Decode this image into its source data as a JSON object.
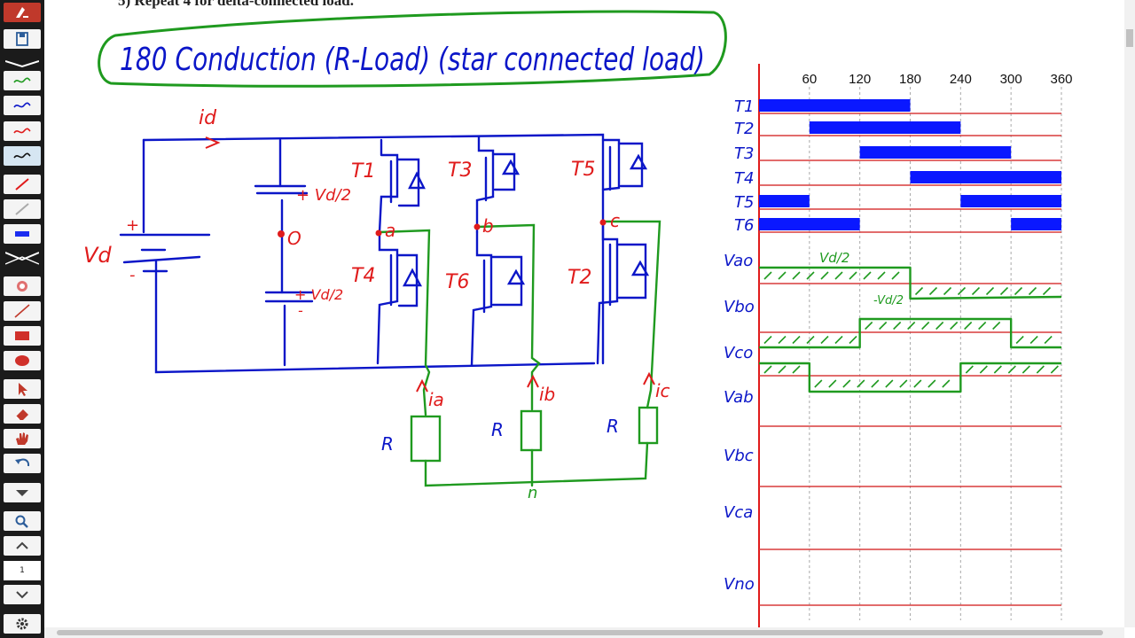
{
  "document": {
    "top_line": "5)  Repeat 4 for delta-connected load.",
    "title": "180 Conduction (R-Load) (star connected load)"
  },
  "toolbar": {
    "page_number": "1",
    "colors": {
      "background": "#1b1b1b",
      "button": "#f4f4f4",
      "selected": "#d6e6f2",
      "ink_blue": "#0b16c8",
      "ink_red": "#e01b1b",
      "ink_green": "#1f9a1f",
      "grid_red": "#d83b3b",
      "bar_blue": "#0a18ff"
    },
    "tools": [
      {
        "name": "app-logo-icon"
      },
      {
        "name": "save-icon"
      },
      {
        "name": "green-pen-icon"
      },
      {
        "name": "blue-pen-icon"
      },
      {
        "name": "red-pen-icon"
      },
      {
        "name": "black-pen-icon"
      },
      {
        "name": "red-line-icon"
      },
      {
        "name": "gray-line-icon"
      },
      {
        "name": "blue-highlighter-icon"
      },
      {
        "name": "shape-picker-icon"
      },
      {
        "name": "circle-target-icon"
      },
      {
        "name": "line-tool-icon"
      },
      {
        "name": "rectangle-tool-icon"
      },
      {
        "name": "ellipse-tool-icon"
      },
      {
        "name": "pointer-icon"
      },
      {
        "name": "eraser-icon"
      },
      {
        "name": "pan-hand-icon"
      },
      {
        "name": "undo-icon"
      },
      {
        "name": "dropdown-arrow-icon"
      },
      {
        "name": "zoom-icon"
      },
      {
        "name": "page-up-icon"
      },
      {
        "name": "page-down-icon"
      },
      {
        "name": "settings-gear-icon"
      }
    ]
  },
  "circuit": {
    "source": {
      "current": "id",
      "voltage": "Vd",
      "plus": "+",
      "minus": "-"
    },
    "capacitors": {
      "top": "+ Vd/2",
      "bottom": "+ Vd/2",
      "minus": "-",
      "midpoint": "O"
    },
    "switches": [
      "T1",
      "T3",
      "T5",
      "T4",
      "T6",
      "T2"
    ],
    "nodes": [
      "a",
      "b",
      "c",
      "n"
    ],
    "load_currents": [
      "ia",
      "ib",
      "ic"
    ],
    "resistors": [
      "R",
      "R",
      "R"
    ]
  },
  "timing": {
    "angle_labels": [
      "60",
      "120",
      "180",
      "240",
      "300",
      "360"
    ],
    "switch_labels": [
      "T1",
      "T2",
      "T3",
      "T4",
      "T5",
      "T6"
    ],
    "switch_intervals": [
      [
        [
          0,
          180
        ]
      ],
      [
        [
          60,
          240
        ]
      ],
      [
        [
          120,
          300
        ]
      ],
      [
        [
          180,
          360
        ]
      ],
      [
        [
          0,
          60
        ],
        [
          240,
          360
        ]
      ],
      [
        [
          0,
          120
        ],
        [
          300,
          360
        ]
      ]
    ],
    "voltage_labels": [
      "Vao",
      "Vbo",
      "Vco",
      "Vab",
      "Vbc",
      "Vca",
      "Vno"
    ],
    "vao_levels": {
      "high": "Vd/2",
      "low": "-Vd/2"
    }
  }
}
